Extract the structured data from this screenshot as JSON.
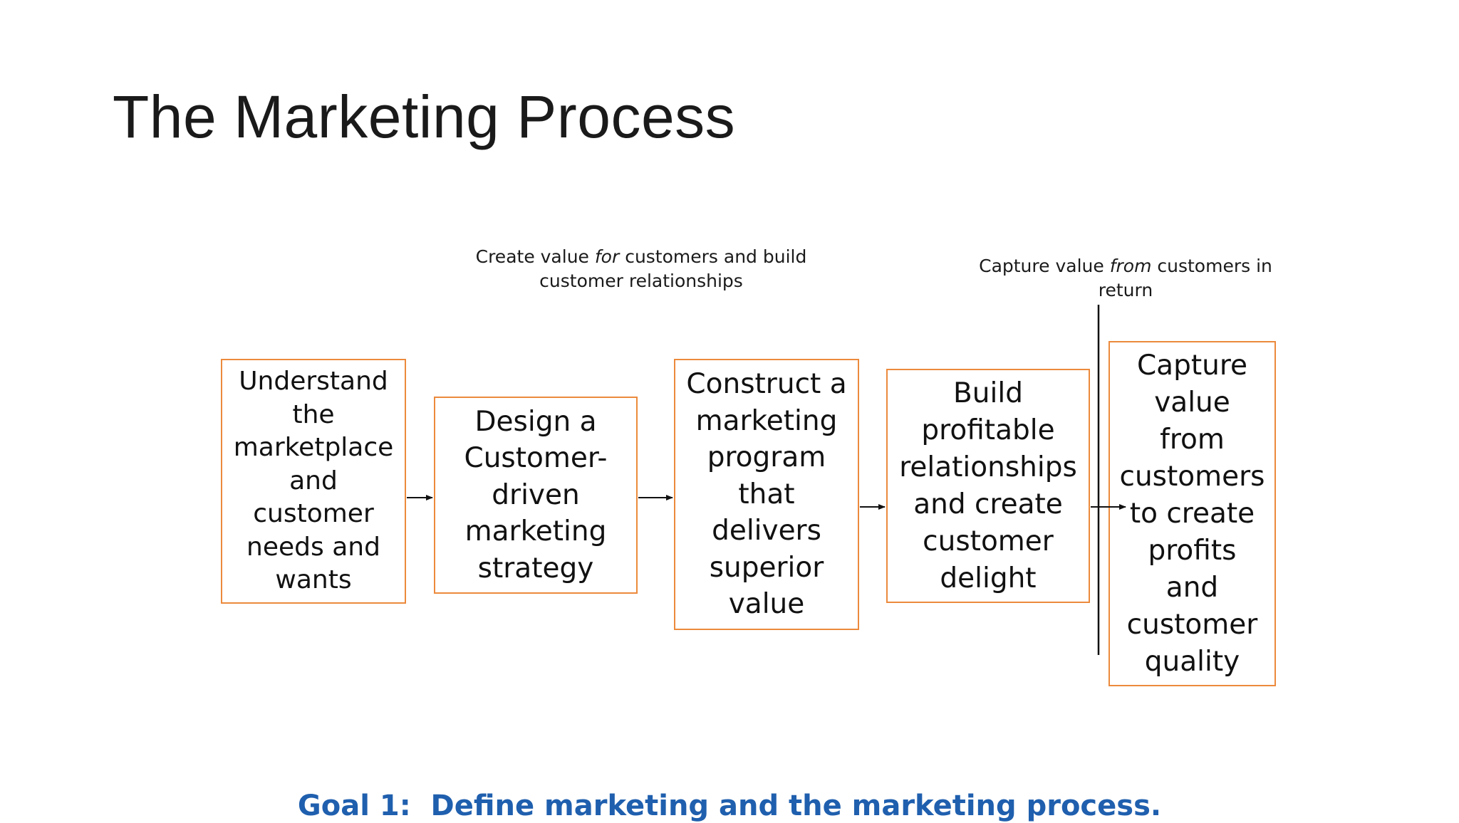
{
  "slide": {
    "title": "The Marketing Process"
  },
  "captions": {
    "create_value": {
      "line1_before": "Create value ",
      "line1_emphasis": "for",
      "line1_after": " customers and build",
      "line2": "customer relationships"
    },
    "capture_value": {
      "line1_before": "Capture value ",
      "line1_emphasis": "from",
      "line1_after": " customers in",
      "line2": "return"
    }
  },
  "process_steps": [
    {
      "lines": [
        "Understand",
        "the",
        "marketplace",
        "and",
        "customer",
        "needs and",
        "wants"
      ]
    },
    {
      "lines": [
        "Design a",
        "Customer-",
        "driven",
        "marketing",
        "strategy"
      ]
    },
    {
      "lines": [
        "Construct a",
        "marketing",
        "program",
        "that",
        "delivers",
        "superior",
        "value"
      ]
    },
    {
      "lines": [
        "Build",
        "profitable",
        "relationships",
        "and create",
        "customer",
        "delight"
      ]
    },
    {
      "lines": [
        "Capture",
        "value",
        "from",
        "customers",
        "to create",
        "profits",
        "and",
        "customer",
        "quality"
      ]
    }
  ],
  "goal": {
    "text": "Goal 1:  Define marketing and the marketing process."
  },
  "colors": {
    "box_border": "#ec8a3c",
    "goal_text": "#1f5fae",
    "text": "#111111",
    "connector": "#111111"
  }
}
